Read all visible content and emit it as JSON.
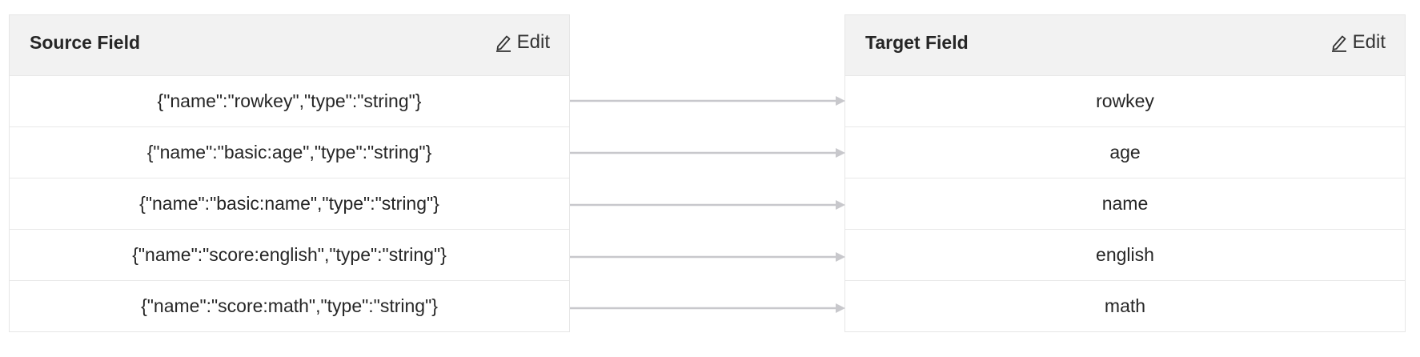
{
  "source": {
    "title": "Source Field",
    "edit_label": "Edit",
    "rows": [
      "{\"name\":\"rowkey\",\"type\":\"string\"}",
      "{\"name\":\"basic:age\",\"type\":\"string\"}",
      "{\"name\":\"basic:name\",\"type\":\"string\"}",
      "{\"name\":\"score:english\",\"type\":\"string\"}",
      "{\"name\":\"score:math\",\"type\":\"string\"}"
    ]
  },
  "target": {
    "title": "Target Field",
    "edit_label": "Edit",
    "rows": [
      "rowkey",
      "age",
      "name",
      "english",
      "math"
    ]
  },
  "colors": {
    "header_bg": "#f2f2f2",
    "border": "#e8e8e8",
    "arrow": "#c8c8cc",
    "text": "#262626"
  },
  "icons": {
    "edit": "pencil-icon"
  }
}
